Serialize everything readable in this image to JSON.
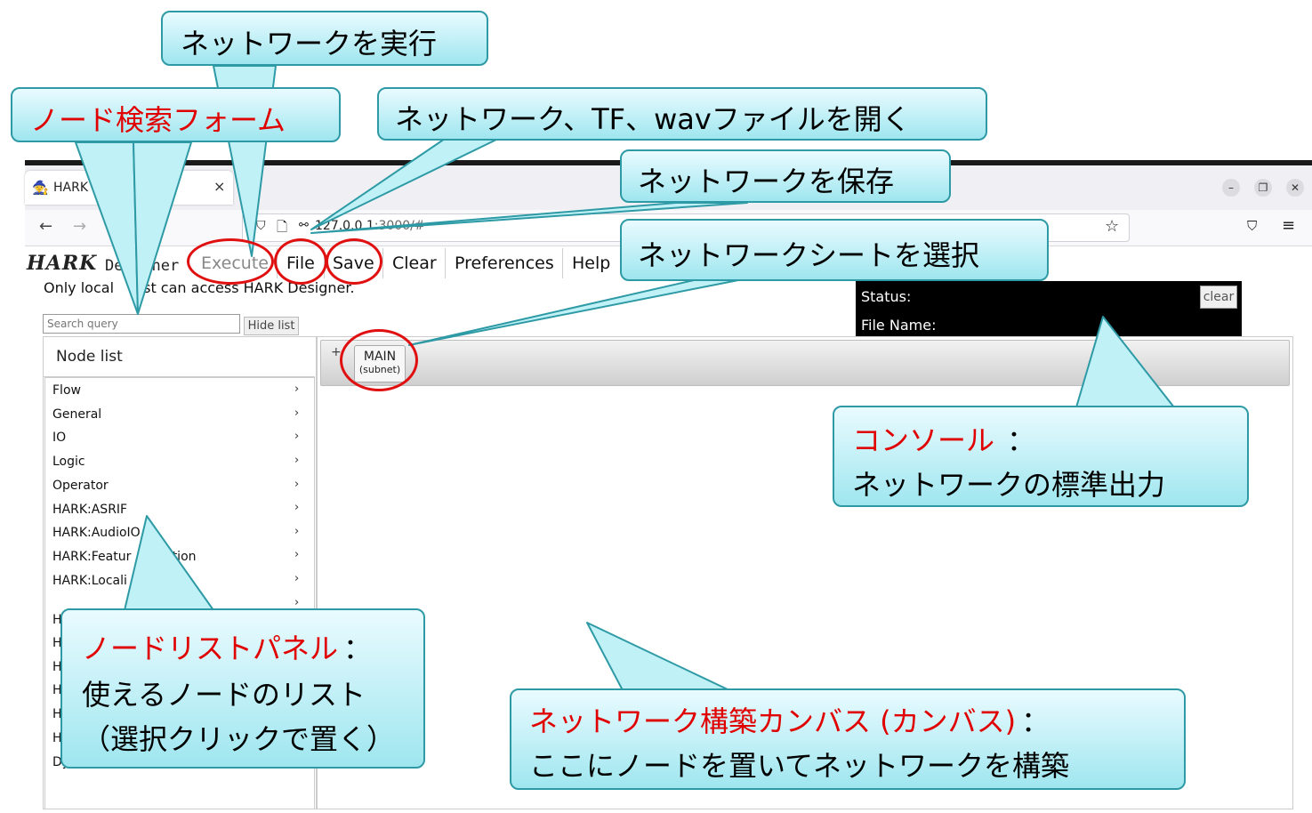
{
  "browser": {
    "tab_title": "HARK",
    "tab_title_tail": "r",
    "url_host": "127.0.0.1",
    "url_rest": ":3000/#"
  },
  "app": {
    "logo_a": "HARK",
    "logo_b": "De",
    "logo_b_tail": "igner",
    "menu": [
      "Execute",
      "File",
      "Save",
      "Clear",
      "Preferences",
      "Help"
    ],
    "notice_a": "Only local ",
    "notice_b": "st can access HARK Designer.",
    "status_label": "Status:",
    "filename_label": "File Name:",
    "clear_label": "clear",
    "search_placeholder": "Search query",
    "hide_list": "Hide list",
    "node_list_title": "Node list",
    "node_items": [
      "Flow",
      "General",
      "IO",
      "Logic",
      "Operator",
      "HARK:ASRIF",
      "HARK:AudioIO",
      "HARK:Featur",
      "HARK:Locali"
    ],
    "node_item_tail": "ction",
    "partial_items": [
      "HA",
      "H",
      "H",
      "H",
      "H",
      "H",
      "Dy"
    ],
    "sheet_name": "MAIN",
    "sheet_sub": "(subnet)",
    "plus": "+"
  },
  "callouts": {
    "execute": "ネットワークを実行",
    "search": "ノード検索フォーム",
    "open": "ネットワーク、TF、wavファイルを開く",
    "save": "ネットワークを保存",
    "sheet": "ネットワークシートを選択",
    "console_red": "コンソール",
    "console_colon": "：",
    "console_desc": "ネットワークの標準出力",
    "nodelist_red": "ノードリストパネル",
    "nodelist_colon": "：",
    "nodelist_l2": "使えるノードのリスト",
    "nodelist_l3": "（選択クリックで置く）",
    "canvas_red": "ネットワーク構築カンバス (カンバス)",
    "canvas_colon": "：",
    "canvas_desc": "ここにノードを置いてネットワークを構築"
  },
  "colors": {
    "callout_border": "#2e9aa5",
    "highlight": "#e01010",
    "console_bg": "#000000"
  }
}
